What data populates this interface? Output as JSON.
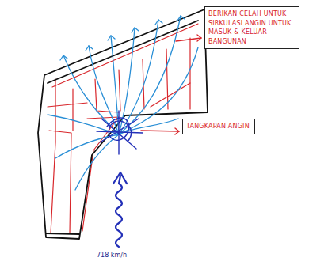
{
  "diagram": {
    "nodes": [
      {
        "text": [
          "BERIKAN CELAH UNTUK SIRKULASI ANGIN UNTUK MASUK & KELUAR BANGUNAN"
        ]
      },
      {
        "text": [
          "TANGKAPAN ANGIN"
        ]
      }
    ],
    "labels": [
      "718 km/h"
    ]
  }
}
